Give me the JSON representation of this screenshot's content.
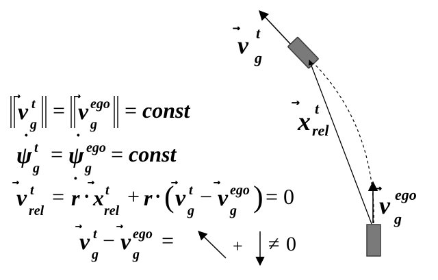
{
  "symbols": {
    "v": "v",
    "g": "g",
    "t": "t",
    "ego": "ego",
    "rel": "rel",
    "x": "x",
    "r": "r",
    "psi": "ψ",
    "const": "const",
    "equals": "=",
    "plus": "+",
    "minus": "−",
    "cdot": "·",
    "zero": "0",
    "neq": "≠",
    "dot": "˙",
    "arrow": "⃗",
    "lparen": "(",
    "rparen": ")"
  },
  "colors": {
    "ink": "#000000",
    "vehicle_fill": "#7a7a7a",
    "vehicle_stroke": "#3a3a3a"
  },
  "icons": {
    "target_vehicle": "rectangle-vehicle",
    "ego_vehicle": "rectangle-vehicle"
  }
}
